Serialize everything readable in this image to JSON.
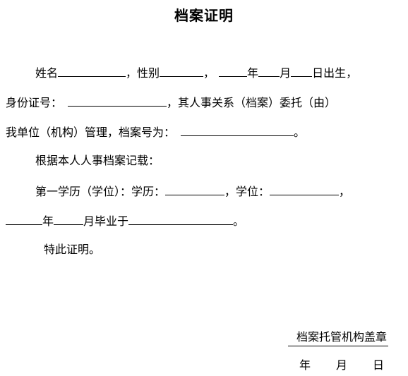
{
  "document": {
    "title": "档案证明",
    "line1": {
      "name_label": "姓名",
      "gender_label": "，性别",
      "sep": "，",
      "year": "年",
      "month": "月",
      "day_born": "日出生，"
    },
    "line2": {
      "id_label": "身份证号：",
      "entrust": "，其人事关系（档案）委托（由）"
    },
    "line3": {
      "manage": "我单位（机构）管理，档案号为：",
      "end": "。"
    },
    "line4": {
      "text": "根据本人人事档案记载："
    },
    "line5": {
      "first_degree": "第一学历（学位）：学历：",
      "degree_label": "，学位：",
      "comma": "，"
    },
    "line6": {
      "year": "年",
      "month_grad": "月毕业于",
      "end": "。"
    },
    "line7": {
      "text": "特此证明。"
    },
    "seal": "档案托管机构盖章",
    "date": {
      "year": "年",
      "month": "月",
      "day": "日"
    }
  }
}
